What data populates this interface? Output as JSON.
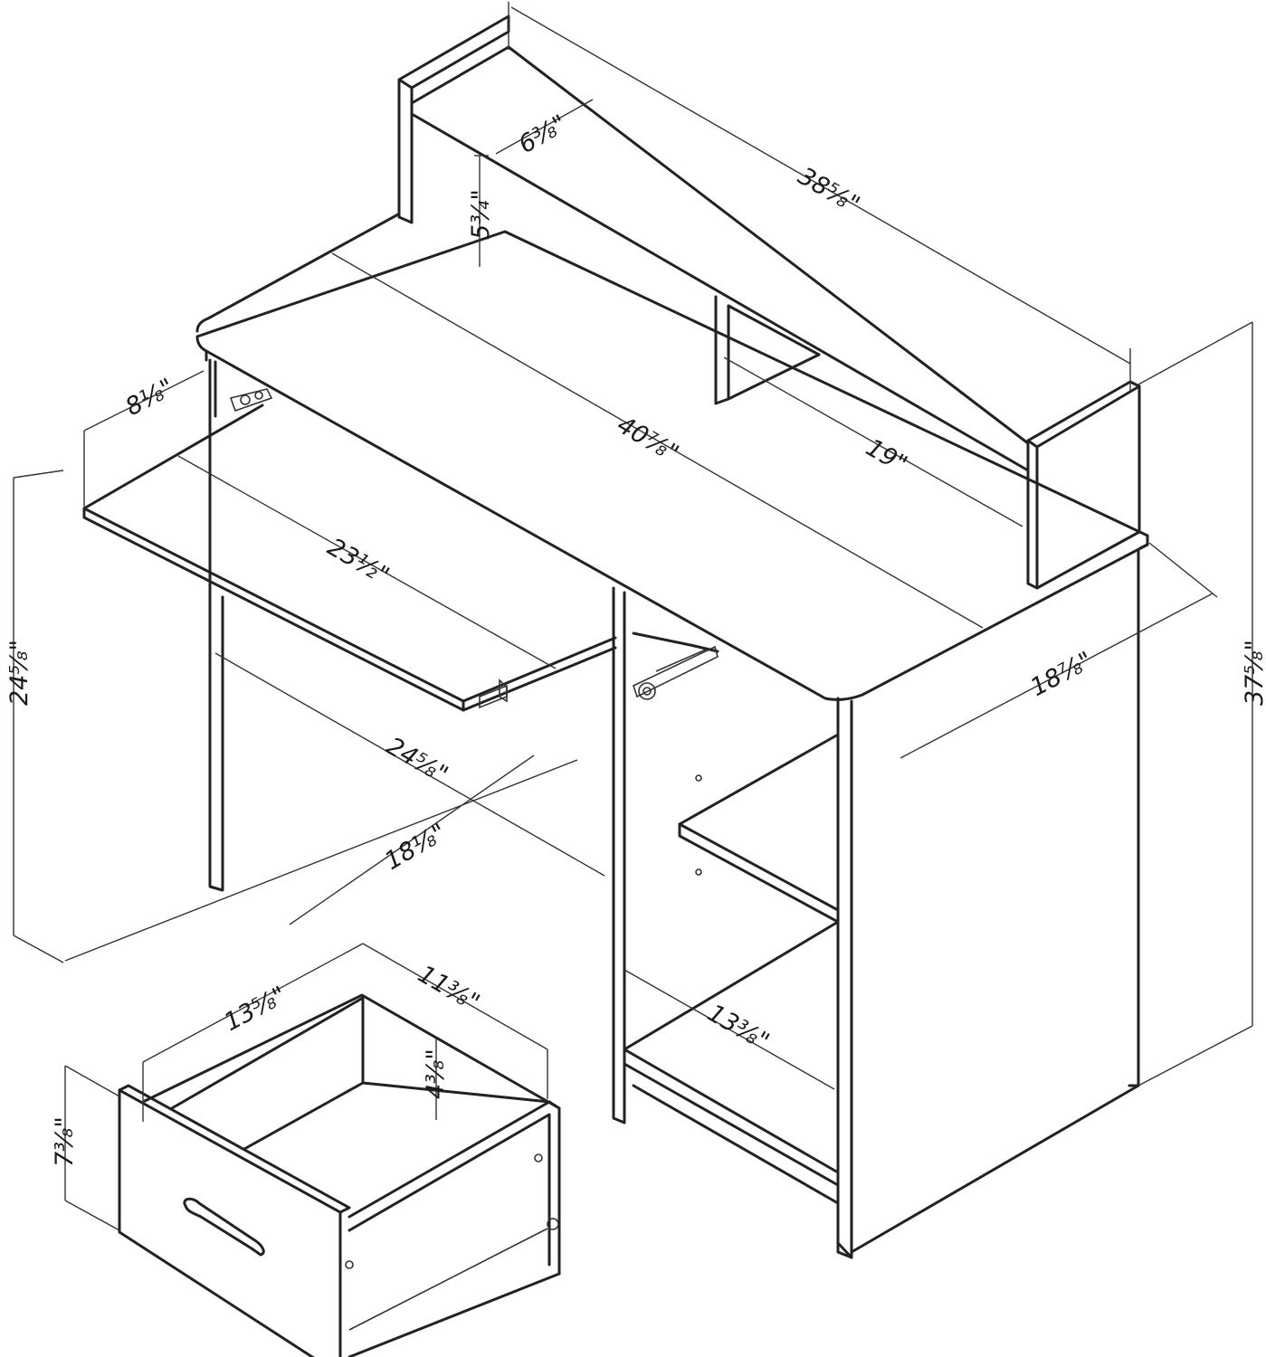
{
  "dimensions": {
    "hutch_width": "38⁵⁄₈\"",
    "hutch_depth": "6³⁄₈\"",
    "hutch_height": "5³⁄₄\"",
    "desk_width": "40⁷⁄₈\"",
    "hutch_opening": "19\"",
    "keyboard_depth": "8¹⁄₈\"",
    "keyboard_width": "23¹⁄₂\"",
    "knee_height": "24⁵⁄₈\"",
    "knee_width": "24⁵⁄₈\"",
    "knee_depth": "18¹⁄₈\"",
    "desk_depth": "18⁷⁄₈\"",
    "total_height": "37⁵⁄₈\"",
    "shelf_width": "13³⁄₈\"",
    "drawer_width": "13⁵⁄₈\"",
    "drawer_depth": "11³⁄₈\"",
    "drawer_inner_height": "4³⁄₈\"",
    "drawer_height": "7³⁄₈\""
  }
}
